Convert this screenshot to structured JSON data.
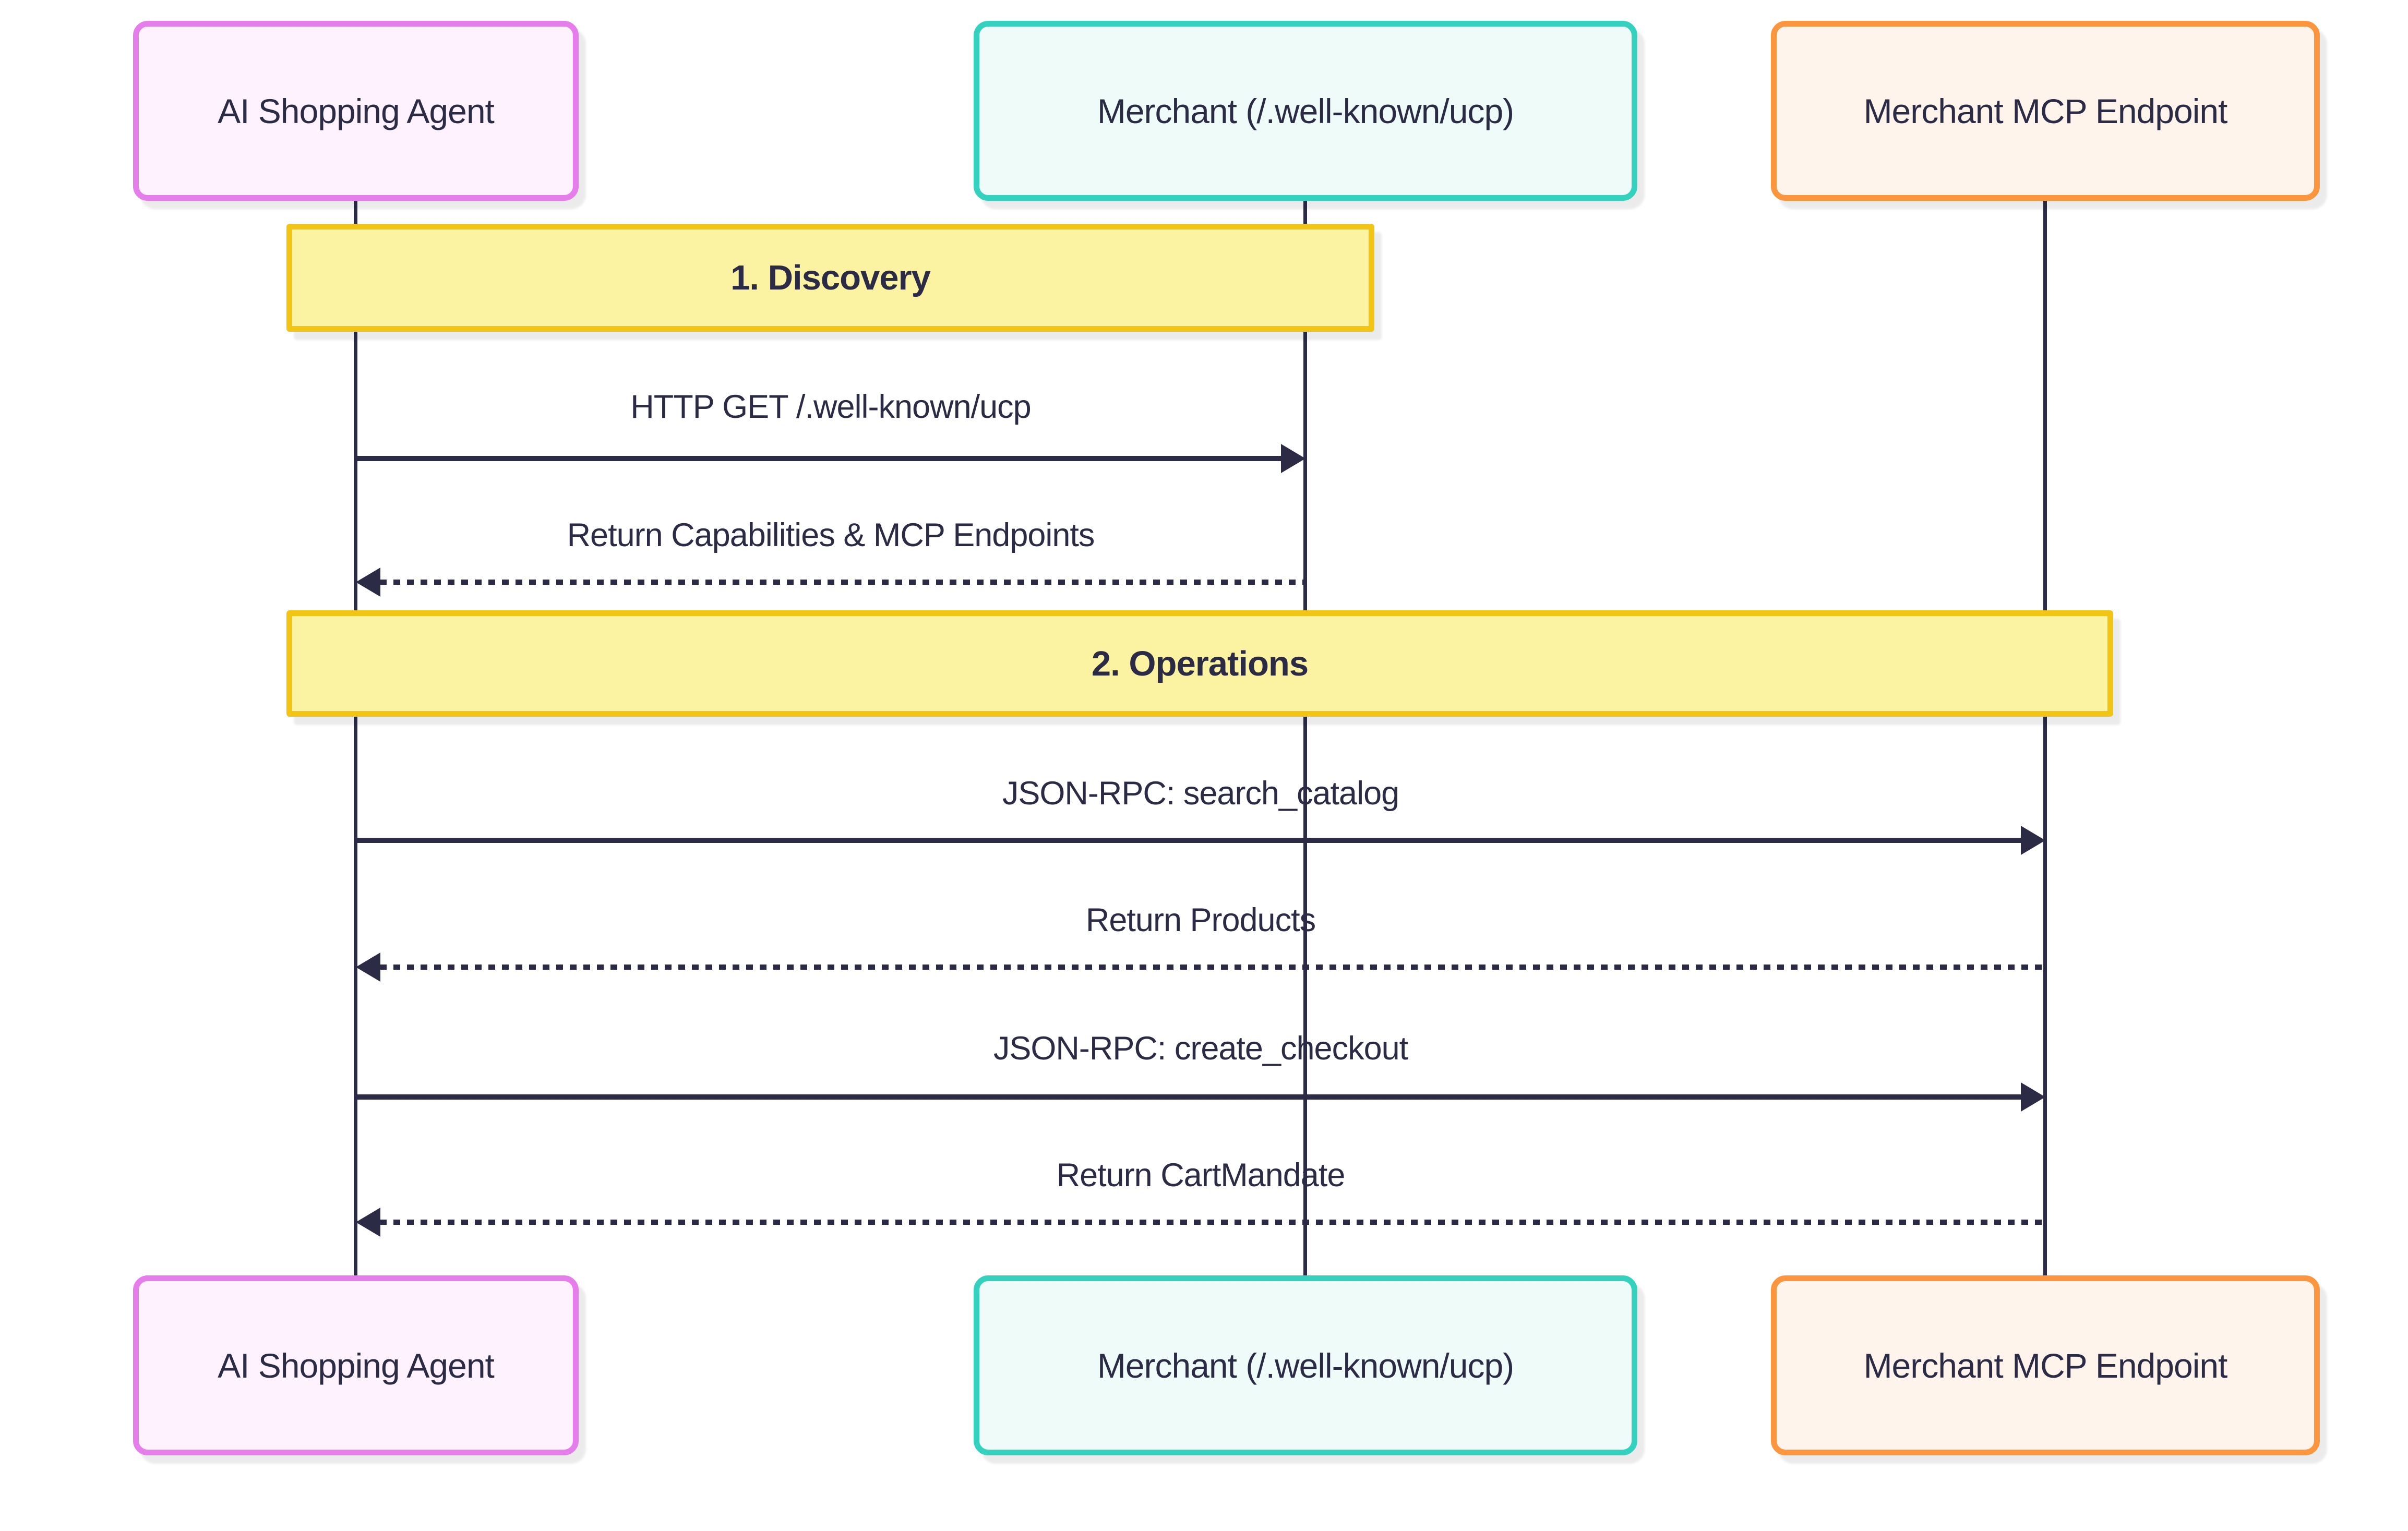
{
  "theme": {
    "agent-border": "#e57dea",
    "agent-fill": "#fdf2fd",
    "merchant-border": "#35d1bf",
    "merchant-fill": "#effbf8",
    "mcp-border": "#fb963f",
    "mcp-fill": "#fef4eb",
    "section-border": "#f2c413",
    "section-fill": "#fcf3a2",
    "ink": "#2b2b45",
    "page-bg": "#ffffff"
  },
  "diagram": {
    "type": "sequence",
    "actors": [
      {
        "id": "agent",
        "label": "AI Shopping Agent"
      },
      {
        "id": "merchant",
        "label": "Merchant (/.well-known/ucp)"
      },
      {
        "id": "mcp",
        "label": "Merchant MCP Endpoint"
      }
    ],
    "sections": [
      {
        "label": "1. Discovery"
      },
      {
        "label": "2. Operations"
      }
    ],
    "messages": [
      {
        "label": "HTTP GET /.well-known/ucp",
        "from": "agent",
        "to": "merchant",
        "line": "solid",
        "section": "1. Discovery"
      },
      {
        "label": "Return Capabilities & MCP Endpoints",
        "from": "merchant",
        "to": "agent",
        "line": "dotted",
        "section": "1. Discovery"
      },
      {
        "label": "JSON-RPC: search_catalog",
        "from": "agent",
        "to": "mcp",
        "line": "solid",
        "section": "2. Operations"
      },
      {
        "label": "Return Products",
        "from": "mcp",
        "to": "agent",
        "line": "dotted",
        "section": "2. Operations"
      },
      {
        "label": "JSON-RPC: create_checkout",
        "from": "agent",
        "to": "mcp",
        "line": "solid",
        "section": "2. Operations"
      },
      {
        "label": "Return CartMandate",
        "from": "mcp",
        "to": "agent",
        "line": "dotted",
        "section": "2. Operations"
      }
    ]
  }
}
